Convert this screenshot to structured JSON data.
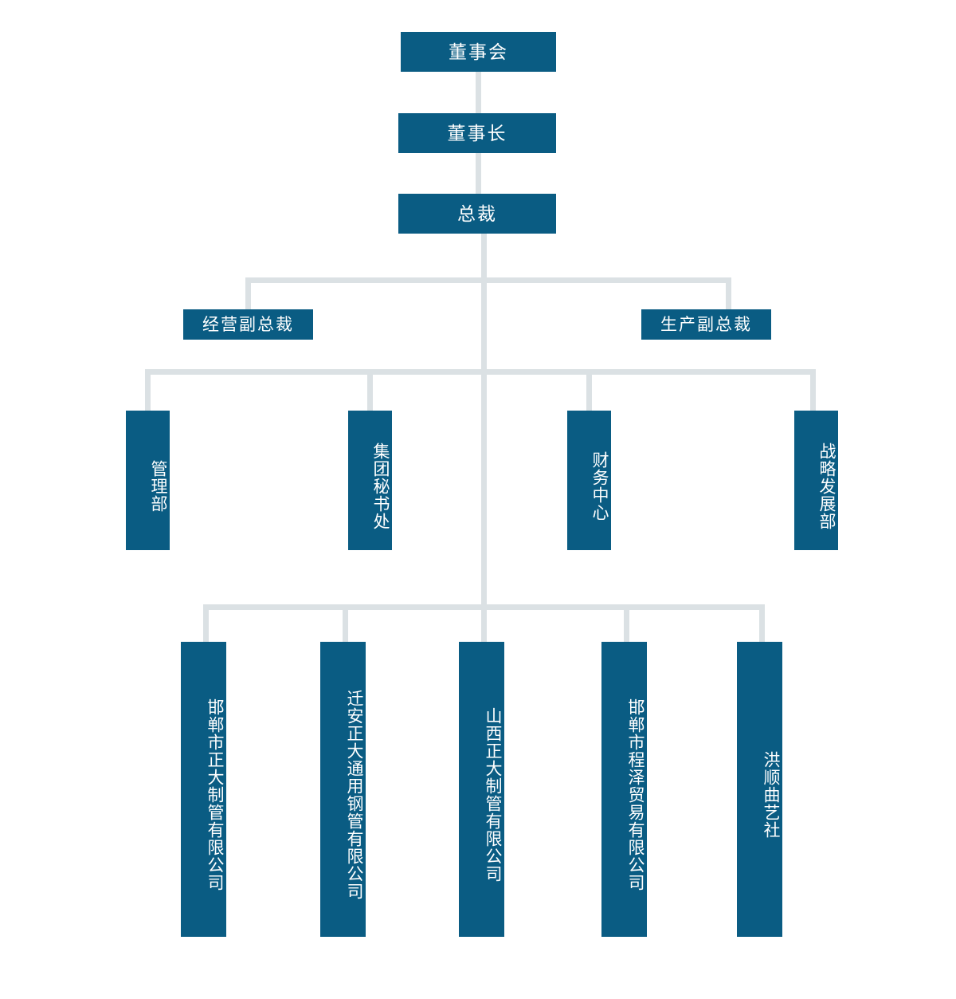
{
  "chart": {
    "type": "org-chart",
    "title": "",
    "colors": {
      "node_fill": "#0a5c83",
      "node_text": "#ffffff",
      "connector": "#dbe1e4",
      "background": "#ffffff"
    },
    "levels": [
      {
        "name": "board",
        "orientation": "horizontal",
        "nodes": [
          {
            "id": "board-of-directors",
            "label": "董事会"
          }
        ]
      },
      {
        "name": "chairman",
        "orientation": "horizontal",
        "nodes": [
          {
            "id": "chairman",
            "label": "董事长"
          }
        ]
      },
      {
        "name": "president",
        "orientation": "horizontal",
        "nodes": [
          {
            "id": "president",
            "label": "总裁"
          }
        ]
      },
      {
        "name": "vice-presidents",
        "orientation": "horizontal",
        "nodes": [
          {
            "id": "vp-operations",
            "label": "经营副总裁"
          },
          {
            "id": "vp-production",
            "label": "生产副总裁"
          }
        ]
      },
      {
        "name": "departments",
        "orientation": "vertical",
        "nodes": [
          {
            "id": "management-dept",
            "label": "管理部"
          },
          {
            "id": "group-secretariat",
            "label": "集团秘书处"
          },
          {
            "id": "finance-center",
            "label": "财务中心"
          },
          {
            "id": "strategy-development-dept",
            "label": "战略发展部"
          }
        ]
      },
      {
        "name": "subsidiaries",
        "orientation": "vertical",
        "nodes": [
          {
            "id": "handan-zhengda-pipe",
            "label": "邯郸市正大制管有限公司"
          },
          {
            "id": "qianan-zhengda-general-pipe",
            "label": "迁安正大通用钢管有限公司"
          },
          {
            "id": "shanxi-zhengda-pipe",
            "label": "山西正大制管有限公司"
          },
          {
            "id": "handan-chengze-trading",
            "label": "邯郸市程泽贸易有限公司"
          },
          {
            "id": "hongshun-quyi-club",
            "label": "洪顺曲艺社"
          }
        ]
      }
    ]
  }
}
